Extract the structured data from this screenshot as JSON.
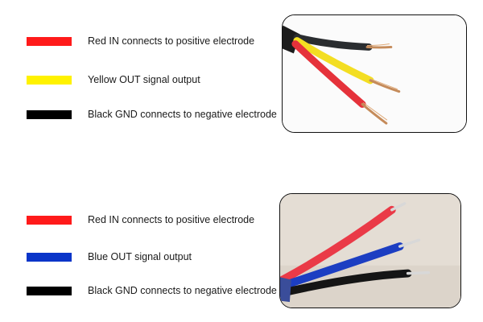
{
  "groups": [
    {
      "items": [
        {
          "label": "Red IN connects to positive electrode",
          "color": "#ff1a1a"
        },
        {
          "label": "Yellow OUT signal output",
          "color": "#fff200"
        },
        {
          "label": "Black GND connects to negative electrode",
          "color": "#000000"
        }
      ]
    },
    {
      "items": [
        {
          "label": "Red IN connects to positive electrode",
          "color": "#ff1a1a"
        },
        {
          "label": "Blue OUT signal output",
          "color": "#0a35c9"
        },
        {
          "label": "Black GND connects to negative electrode",
          "color": "#000000"
        }
      ]
    }
  ],
  "photos": [
    {
      "subject": "cable-red-yellow-black-wires"
    },
    {
      "subject": "cable-red-blue-black-wires"
    }
  ]
}
